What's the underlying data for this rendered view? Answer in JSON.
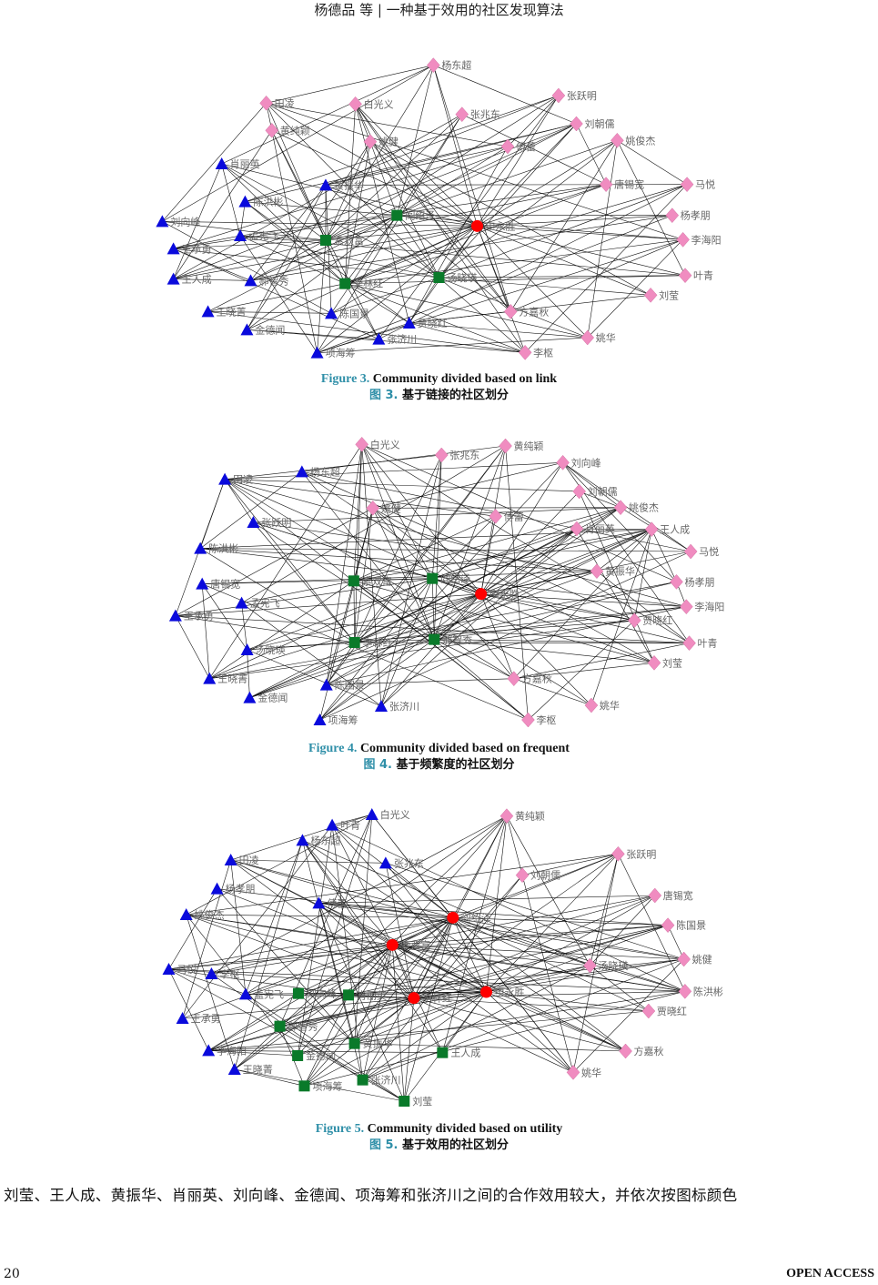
{
  "header": "杨德品  等  |  一种基于效用的社区发现算法",
  "colors": {
    "caption_accent": "#2f8fa8",
    "diamond": "#f08cc0",
    "triangle": "#0a0adc",
    "square": "#0a7a2a",
    "circle": "#ff0000"
  },
  "figures": [
    {
      "caption_en_label": "Figure 3.",
      "caption_en": " Community divided based on link",
      "caption_zh_label": "图 3.",
      "caption_zh": "  基于链接的社区划分",
      "nodes": [
        {
          "name": "杨东超",
          "shape": "diamond"
        },
        {
          "name": "田凌",
          "shape": "diamond"
        },
        {
          "name": "白光义",
          "shape": "diamond"
        },
        {
          "name": "张兆东",
          "shape": "diamond"
        },
        {
          "name": "张跃明",
          "shape": "diamond"
        },
        {
          "name": "刘朝儒",
          "shape": "diamond"
        },
        {
          "name": "黄纯颖",
          "shape": "diamond"
        },
        {
          "name": "姚健",
          "shape": "diamond"
        },
        {
          "name": "傅蕾",
          "shape": "diamond"
        },
        {
          "name": "姚俊杰",
          "shape": "diamond"
        },
        {
          "name": "唐锡宽",
          "shape": "diamond"
        },
        {
          "name": "马悦",
          "shape": "diamond"
        },
        {
          "name": "杨孝朋",
          "shape": "diamond"
        },
        {
          "name": "李海阳",
          "shape": "diamond"
        },
        {
          "name": "叶青",
          "shape": "diamond"
        },
        {
          "name": "刘莹",
          "shape": "diamond"
        },
        {
          "name": "方嘉秋",
          "shape": "diamond"
        },
        {
          "name": "姚华",
          "shape": "diamond"
        },
        {
          "name": "李枢",
          "shape": "diamond"
        },
        {
          "name": "肖丽英",
          "shape": "triangle"
        },
        {
          "name": "黄振华",
          "shape": "triangle"
        },
        {
          "name": "陈洪彬",
          "shape": "triangle"
        },
        {
          "name": "刘向峰",
          "shape": "triangle"
        },
        {
          "name": "孟宪飞",
          "shape": "triangle"
        },
        {
          "name": "王承勇",
          "shape": "triangle"
        },
        {
          "name": "王人成",
          "shape": "triangle"
        },
        {
          "name": "郝智秀",
          "shape": "triangle"
        },
        {
          "name": "王晓菁",
          "shape": "triangle"
        },
        {
          "name": "陈国景",
          "shape": "triangle"
        },
        {
          "name": "贾晓红",
          "shape": "triangle"
        },
        {
          "name": "金德闻",
          "shape": "triangle"
        },
        {
          "name": "张济川",
          "shape": "triangle"
        },
        {
          "name": "项海筹",
          "shape": "triangle"
        },
        {
          "name": "阎绍泽",
          "shape": "square"
        },
        {
          "name": "索双富",
          "shape": "square"
        },
        {
          "name": "李林红",
          "shape": "square"
        },
        {
          "name": "汤晓瑛",
          "shape": "square"
        },
        {
          "name": "申永胜",
          "shape": "circle"
        }
      ]
    },
    {
      "caption_en_label": "Figure 4.",
      "caption_en": " Community divided based on frequent",
      "caption_zh_label": "图 4.",
      "caption_zh": "  基于频繁度的社区划分",
      "nodes": [
        {
          "name": "白光义",
          "shape": "diamond"
        },
        {
          "name": "张兆东",
          "shape": "diamond"
        },
        {
          "name": "黄纯颖",
          "shape": "diamond"
        },
        {
          "name": "刘向峰",
          "shape": "diamond"
        },
        {
          "name": "刘朝儒",
          "shape": "diamond"
        },
        {
          "name": "姚俊杰",
          "shape": "diamond"
        },
        {
          "name": "姚健",
          "shape": "diamond"
        },
        {
          "name": "傅蕾",
          "shape": "diamond"
        },
        {
          "name": "肖丽英",
          "shape": "diamond"
        },
        {
          "name": "王人成",
          "shape": "diamond"
        },
        {
          "name": "马悦",
          "shape": "diamond"
        },
        {
          "name": "黄振华",
          "shape": "diamond"
        },
        {
          "name": "杨孝朋",
          "shape": "diamond"
        },
        {
          "name": "李海阳",
          "shape": "diamond"
        },
        {
          "name": "贾晓红",
          "shape": "diamond"
        },
        {
          "name": "叶青",
          "shape": "diamond"
        },
        {
          "name": "刘莹",
          "shape": "diamond"
        },
        {
          "name": "方嘉秋",
          "shape": "diamond"
        },
        {
          "name": "姚华",
          "shape": "diamond"
        },
        {
          "name": "李枢",
          "shape": "diamond"
        },
        {
          "name": "杨东超",
          "shape": "triangle"
        },
        {
          "name": "田凌",
          "shape": "triangle"
        },
        {
          "name": "张跃明",
          "shape": "triangle"
        },
        {
          "name": "陈洪彬",
          "shape": "triangle"
        },
        {
          "name": "唐锡宽",
          "shape": "triangle"
        },
        {
          "name": "孟宪飞",
          "shape": "triangle"
        },
        {
          "name": "王承勇",
          "shape": "triangle"
        },
        {
          "name": "汤晓瑛",
          "shape": "triangle"
        },
        {
          "name": "王晓菁",
          "shape": "triangle"
        },
        {
          "name": "陈国景",
          "shape": "triangle"
        },
        {
          "name": "金德闻",
          "shape": "triangle"
        },
        {
          "name": "张济川",
          "shape": "triangle"
        },
        {
          "name": "项海筹",
          "shape": "triangle"
        },
        {
          "name": "索双富",
          "shape": "square"
        },
        {
          "name": "阎绍泽",
          "shape": "square"
        },
        {
          "name": "李林红",
          "shape": "square"
        },
        {
          "name": "郝智秀",
          "shape": "square"
        },
        {
          "name": "申永胜",
          "shape": "circle"
        }
      ]
    },
    {
      "caption_en_label": "Figure 5.",
      "caption_en": " Community divided based on utility",
      "caption_zh_label": "图 5.",
      "caption_zh": "  基于效用的社区划分",
      "nodes": [
        {
          "name": "白光义",
          "shape": "triangle"
        },
        {
          "name": "叶青",
          "shape": "triangle"
        },
        {
          "name": "杨东超",
          "shape": "triangle"
        },
        {
          "name": "田凌",
          "shape": "triangle"
        },
        {
          "name": "张兆东",
          "shape": "triangle"
        },
        {
          "name": "杨孝朋",
          "shape": "triangle"
        },
        {
          "name": "傅蕾",
          "shape": "triangle"
        },
        {
          "name": "姚俊杰",
          "shape": "triangle"
        },
        {
          "name": "马悦",
          "shape": "triangle"
        },
        {
          "name": "李枢",
          "shape": "triangle"
        },
        {
          "name": "孟宪飞",
          "shape": "triangle"
        },
        {
          "name": "王承勇",
          "shape": "triangle"
        },
        {
          "name": "李海阳",
          "shape": "triangle"
        },
        {
          "name": "王晓菁",
          "shape": "triangle"
        },
        {
          "name": "刘向峰",
          "shape": "square"
        },
        {
          "name": "肖丽英",
          "shape": "square"
        },
        {
          "name": "郝智秀",
          "shape": "square"
        },
        {
          "name": "黄振华",
          "shape": "square"
        },
        {
          "name": "金德闻",
          "shape": "square"
        },
        {
          "name": "王人成",
          "shape": "square"
        },
        {
          "name": "张济川",
          "shape": "square"
        },
        {
          "name": "项海筹",
          "shape": "square"
        },
        {
          "name": "刘莹",
          "shape": "square"
        },
        {
          "name": "阎绍泽",
          "shape": "circle"
        },
        {
          "name": "索双富",
          "shape": "circle"
        },
        {
          "name": "李林红",
          "shape": "circle"
        },
        {
          "name": "申永胜",
          "shape": "circle"
        },
        {
          "name": "黄纯颖",
          "shape": "diamond"
        },
        {
          "name": "张跃明",
          "shape": "diamond"
        },
        {
          "name": "刘朝儒",
          "shape": "diamond"
        },
        {
          "name": "唐锡宽",
          "shape": "diamond"
        },
        {
          "name": "陈国景",
          "shape": "diamond"
        },
        {
          "name": "姚健",
          "shape": "diamond"
        },
        {
          "name": "汤晓瑛",
          "shape": "diamond"
        },
        {
          "name": "陈洪彬",
          "shape": "diamond"
        },
        {
          "name": "贾晓红",
          "shape": "diamond"
        },
        {
          "name": "方嘉秋",
          "shape": "diamond"
        },
        {
          "name": "姚华",
          "shape": "diamond"
        }
      ]
    }
  ],
  "body_text": "刘莹、王人成、黄振华、肖丽英、刘向峰、金德闻、项海筹和张济川之间的合作效用较大，并依次按图标颜色",
  "footer": {
    "page_number": "20",
    "open_access": "OPEN ACCESS"
  }
}
